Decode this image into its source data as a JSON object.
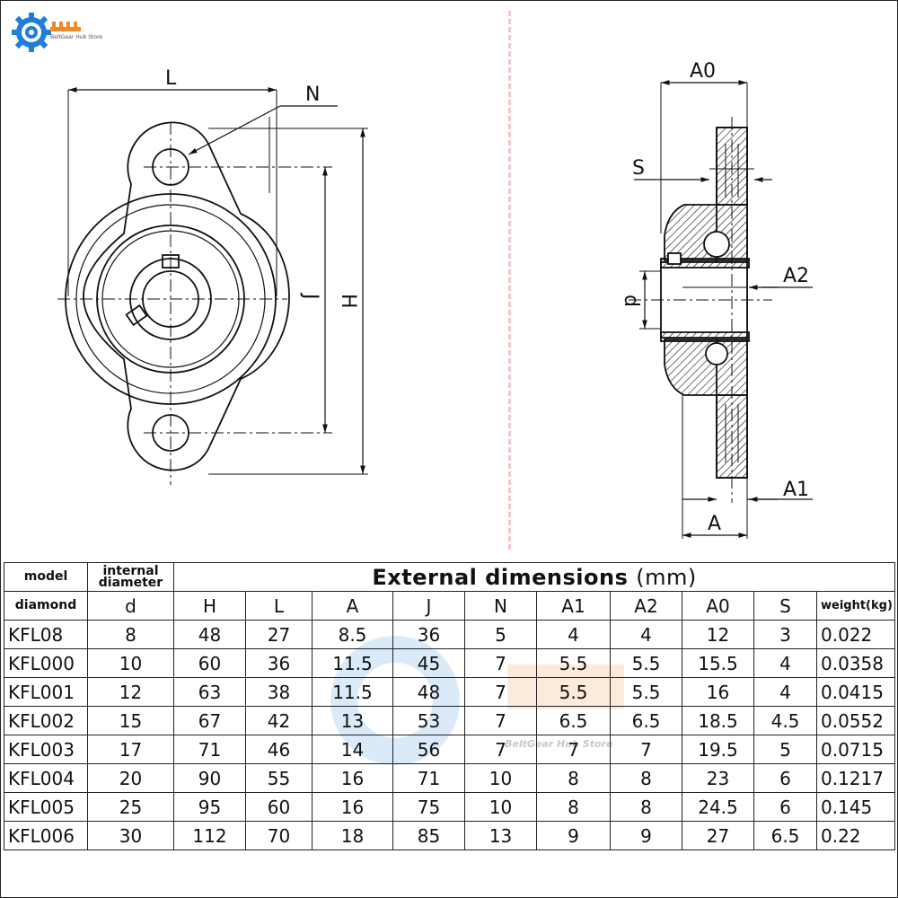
{
  "logo": {
    "brand_text": "BeltGear Hub Store"
  },
  "watermark": {
    "text": "BeltGear Hub Store"
  },
  "drawing": {
    "front_view_labels": {
      "L": "L",
      "N": "N",
      "J": "J",
      "H": "H"
    },
    "side_view_labels": {
      "A0": "A0",
      "S": "S",
      "A2": "A2",
      "d": "d",
      "A1": "A1",
      "A": "A"
    }
  },
  "table": {
    "header": {
      "model_label": "model",
      "diamond_label": "diamond",
      "internal_diameter_label": "internal diameter",
      "external_title": "External dimensions",
      "external_unit": "(mm)",
      "columns": [
        "d",
        "H",
        "L",
        "A",
        "J",
        "N",
        "A1",
        "A2",
        "A0",
        "S",
        "weight(kg)"
      ]
    },
    "rows": [
      {
        "model": "KFL08",
        "d": "8",
        "H": "48",
        "L": "27",
        "A": "8.5",
        "J": "36",
        "N": "5",
        "A1": "4",
        "A2": "4",
        "A0": "12",
        "S": "3",
        "weight": "0.022"
      },
      {
        "model": "KFL000",
        "d": "10",
        "H": "60",
        "L": "36",
        "A": "11.5",
        "J": "45",
        "N": "7",
        "A1": "5.5",
        "A2": "5.5",
        "A0": "15.5",
        "S": "4",
        "weight": "0.0358"
      },
      {
        "model": "KFL001",
        "d": "12",
        "H": "63",
        "L": "38",
        "A": "11.5",
        "J": "48",
        "N": "7",
        "A1": "5.5",
        "A2": "5.5",
        "A0": "16",
        "S": "4",
        "weight": "0.0415"
      },
      {
        "model": "KFL002",
        "d": "15",
        "H": "67",
        "L": "42",
        "A": "13",
        "J": "53",
        "N": "7",
        "A1": "6.5",
        "A2": "6.5",
        "A0": "18.5",
        "S": "4.5",
        "weight": "0.0552"
      },
      {
        "model": "KFL003",
        "d": "17",
        "H": "71",
        "L": "46",
        "A": "14",
        "J": "56",
        "N": "7",
        "A1": "7",
        "A2": "7",
        "A0": "19.5",
        "S": "5",
        "weight": "0.0715"
      },
      {
        "model": "KFL004",
        "d": "20",
        "H": "90",
        "L": "55",
        "A": "16",
        "J": "71",
        "N": "10",
        "A1": "8",
        "A2": "8",
        "A0": "23",
        "S": "6",
        "weight": "0.1217"
      },
      {
        "model": "KFL005",
        "d": "25",
        "H": "95",
        "L": "60",
        "A": "16",
        "J": "75",
        "N": "10",
        "A1": "8",
        "A2": "8",
        "A0": "24.5",
        "S": "6",
        "weight": "0.145"
      },
      {
        "model": "KFL006",
        "d": "30",
        "H": "112",
        "L": "70",
        "A": "18",
        "J": "85",
        "N": "13",
        "A1": "9",
        "A2": "9",
        "A0": "27",
        "S": "6.5",
        "weight": "0.22"
      }
    ]
  },
  "colors": {
    "line": "#111111",
    "divider": "#f3c9cb",
    "logo_blue": "#1f7fd6",
    "logo_orange": "#f08a24"
  }
}
